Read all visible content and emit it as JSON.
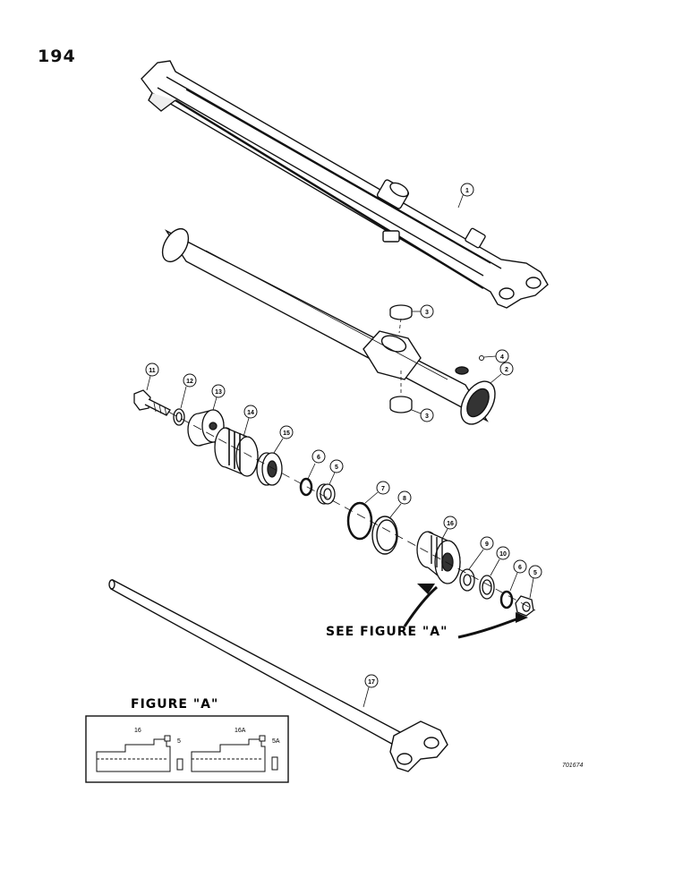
{
  "page": {
    "number": "194",
    "drawing_id": "701674"
  },
  "callouts": [
    "1",
    "2",
    "3",
    "3",
    "4",
    "11",
    "12",
    "13",
    "14",
    "15",
    "6",
    "5",
    "7",
    "8",
    "16",
    "9",
    "10",
    "6",
    "5",
    "17"
  ],
  "see_figure": "SEE FIGURE \"A\"",
  "figure_a": {
    "title": "FIGURE \"A\"",
    "left_parts": [
      "16",
      "5"
    ],
    "right_parts": [
      "16A",
      "5A"
    ]
  }
}
